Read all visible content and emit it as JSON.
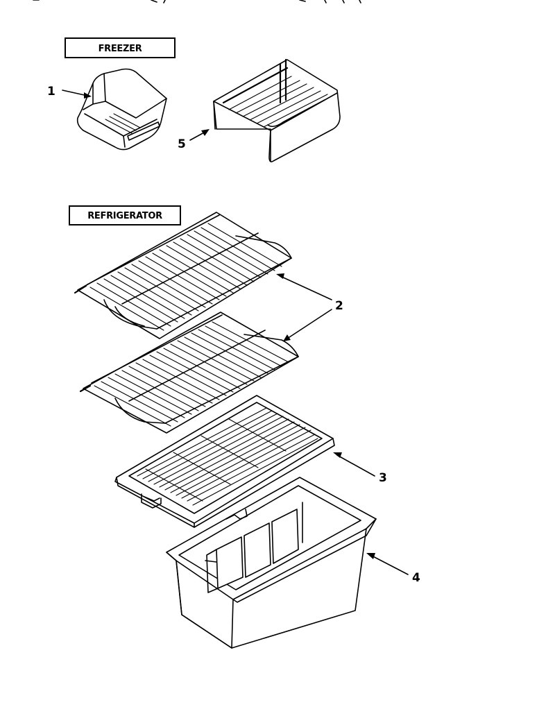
{
  "sections": {
    "freezer": "FREEZER",
    "refrigerator": "REFRIGERATOR"
  },
  "callouts": {
    "c1": "1",
    "c2": "2",
    "c3": "3",
    "c4": "4",
    "c5": "5"
  }
}
